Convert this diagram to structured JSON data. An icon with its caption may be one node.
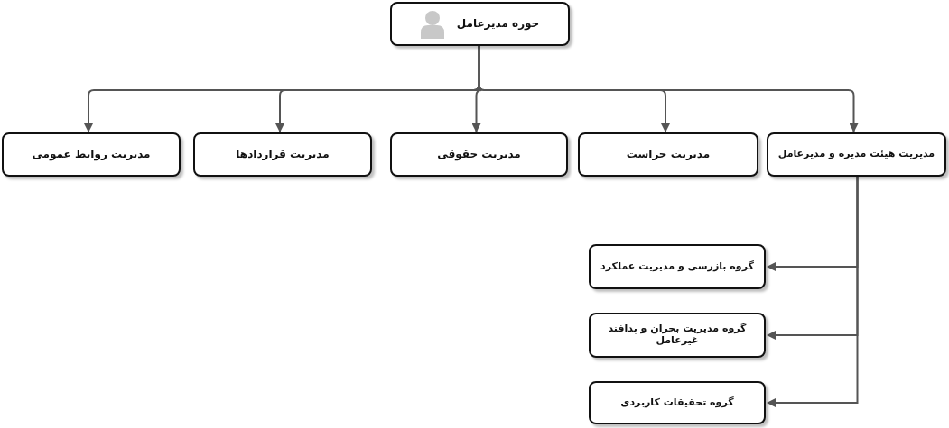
{
  "diagram": {
    "nodes": [
      {
        "text": [
          "حوزه مدیرعامل"
        ]
      },
      {
        "text": [
          "مدیریت هیئت مدیره و مدیرعامل"
        ]
      },
      {
        "text": [
          "مدیریت حراست"
        ]
      },
      {
        "text": [
          "مدیریت حقوقی"
        ]
      },
      {
        "text": [
          "مدیریت قراردادها"
        ]
      },
      {
        "text": [
          "مدیریت روابط عمومی"
        ]
      },
      {
        "text": [
          "گروه بازرسی و مدیریت عملکرد"
        ]
      },
      {
        "text": [
          "گروه مدیریت بحران و پدافند غیرعامل"
        ]
      },
      {
        "text": [
          "گروه تحقیقات کاربردی"
        ]
      }
    ],
    "edges": [
      {
        "from": 0,
        "to": 1,
        "arrow": "to"
      },
      {
        "from": 0,
        "to": 2,
        "arrow": "to"
      },
      {
        "from": 0,
        "to": 3,
        "arrow": "to"
      },
      {
        "from": 0,
        "to": 4,
        "arrow": "to"
      },
      {
        "from": 0,
        "to": 5,
        "arrow": "to"
      },
      {
        "from": 1,
        "to": 6,
        "arrow": "to"
      },
      {
        "from": 1,
        "to": 7,
        "arrow": "to"
      },
      {
        "from": 1,
        "to": 8,
        "arrow": "to"
      }
    ]
  }
}
